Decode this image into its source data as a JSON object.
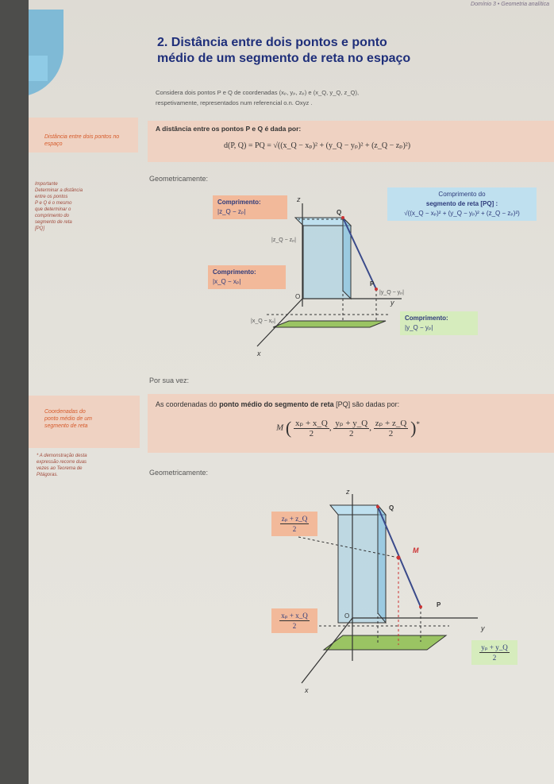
{
  "header": {
    "tag": "Domínio 3 • Geometria analítica"
  },
  "section": {
    "title_line1": "2. Distância entre dois pontos e ponto",
    "title_line2": "médio de um segmento de reta no espaço",
    "intro_line1": "Considera dois pontos P e Q de coordenadas (xₚ, yₚ, zₚ) e (x_Q, y_Q, z_Q),",
    "intro_line2": "respetivamente, representados num referencial o.n. Oxyz ."
  },
  "distance": {
    "side_label": "Distância entre dois pontos no espaço",
    "heading": "A distância entre os pontos P e Q é dada por:",
    "formula": "d(P, Q) = PQ = √((x_Q − xₚ)² + (y_Q − yₚ)² + (z_Q − zₚ)²)",
    "geom_label": "Geometricamente:",
    "side_note_title": "Importante",
    "side_note_lines": [
      "Determinar a distância",
      "entre os pontos",
      "P e Q é o mesmo",
      "que determinar o",
      "comprimento do",
      "segmento de reta",
      "[PQ]"
    ]
  },
  "figure1": {
    "comp_z_title": "Comprimento:",
    "comp_z_value": "|z_Q − zₚ|",
    "comp_z_side": "|z_Q − zₚ|",
    "comp_x_title": "Comprimento:",
    "comp_x_value": "|x_Q − xₚ|",
    "comp_x_axis": "|x_Q − xₚ|",
    "comp_y_title": "Comprimento:",
    "comp_y_value": "|y_Q − yₚ|",
    "comp_y_side": "|y_Q − yₚ|",
    "seg_line1": "Comprimento do",
    "seg_line2": "segmento de reta [PQ] :",
    "seg_formula": "√((x_Q − xₚ)² + (y_Q − yₚ)² + (z_Q − zₚ)²)",
    "axis_z": "z",
    "axis_y": "y",
    "axis_x": "x",
    "point_q": "Q",
    "point_p": "P",
    "origin": "O"
  },
  "midpoint": {
    "intro": "Por sua vez:",
    "side_label_lines": [
      "Coordenadas do",
      "ponto médio de um",
      "segmento de reta"
    ],
    "heading_pre": "As coordenadas do ",
    "heading_bold": "ponto médio do segmento de reta",
    "heading_post": " [PQ] são dadas por:",
    "formula_M": "M",
    "frac_x_num": "xₚ + x_Q",
    "frac_y_num": "yₚ + y_Q",
    "frac_z_num": "zₚ + z_Q",
    "frac_den": "2",
    "star": "*",
    "footnote_lines": [
      "* A demonstração desta",
      "expressão recorre duas",
      "vezes ao Teorema de",
      "Pitágoras."
    ],
    "geom_label": "Geometricamente:"
  },
  "figure2": {
    "z_num": "zₚ + z_Q",
    "x_num": "xₚ + x_Q",
    "y_num": "yₚ + y_Q",
    "den": "2",
    "axis_z": "z",
    "axis_y": "y",
    "axis_x": "x",
    "point_q": "Q",
    "point_m": "M",
    "point_p": "P",
    "origin": "O"
  }
}
